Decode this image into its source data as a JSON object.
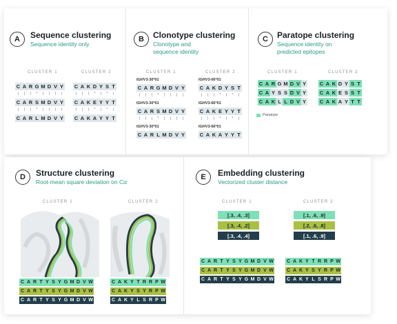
{
  "panels": {
    "A": {
      "badge": "A",
      "title": "Sequence clustering",
      "subtitle": "Sequence identity only",
      "cluster1_label": "CLUSTER 1",
      "cluster2_label": "CLUSTER 2",
      "cluster1": [
        "CARGMDVY",
        "CARSMDVY",
        "CARLMDVY"
      ],
      "cluster2": [
        "CAKDYST",
        "CAKEYYT",
        "CAKAYYT"
      ],
      "sep1": [
        "|",
        "|",
        "|",
        "*",
        "|",
        "|",
        "|",
        "|"
      ],
      "sep2": [
        "|",
        "|",
        "|",
        "*",
        "|",
        "*",
        "|"
      ]
    },
    "B": {
      "badge": "B",
      "title": "Clonotype clustering",
      "subtitle": [
        "Clonotype and",
        "sequence identity"
      ],
      "cluster1_label": "CLUSTER 1",
      "cluster2_label": "CLUSTER 2",
      "germ1": "IGHV3-30*01",
      "germ2": "IGHV3-66*01",
      "cluster1": [
        "CARGMDVY",
        "CARSMDVY",
        "CARLMDVY"
      ],
      "cluster2": [
        "CAKDYST",
        "CAKEYYT",
        "CAKAYYT"
      ],
      "sep1": [
        "|",
        "|",
        "|",
        "*",
        "|",
        "|",
        "|",
        "|"
      ],
      "sep2": [
        "|",
        "|",
        "|",
        "*",
        "|",
        "*",
        "|"
      ]
    },
    "C": {
      "badge": "C",
      "title": "Paratope clustering",
      "subtitle": [
        "Sequence identity on",
        "predicted epitopes"
      ],
      "cluster1_label": "CLUSTER 1",
      "cluster2_label": "CLUSTER 2",
      "cluster1": [
        "CARGMDVY",
        "CAYSSDVY",
        "CAKLLDVY"
      ],
      "cluster2": [
        "CAKDYST",
        "CAKESST",
        "CAKAYTT"
      ],
      "highlight1": [
        [
          0,
          1,
          2,
          5,
          6
        ],
        [
          0,
          1,
          5,
          6
        ],
        [
          0,
          1,
          2,
          4,
          5,
          6
        ]
      ],
      "highlight2": [
        [
          0,
          1,
          2,
          5,
          6
        ],
        [
          0,
          1,
          2,
          5,
          6
        ],
        [
          0,
          1,
          2,
          5,
          6
        ]
      ],
      "legend": "Paratope"
    },
    "D": {
      "badge": "D",
      "title": "Structure clustering",
      "subtitle": "Root-mean square deviation on Cα",
      "cluster1_label": "CLUSTER 1",
      "cluster2_label": "CLUSTER 2",
      "cluster1": [
        "CARTYSYGMDVW",
        "CARTYSYGMDVW",
        "CARTYSYGMDVW"
      ],
      "cluster2": [
        "CAKYTRRPW",
        "CAKYSYRPW",
        "CAKYLSRPW"
      ]
    },
    "E": {
      "badge": "E",
      "title": "Embedding clustering",
      "subtitle": "Vectorized cluster distance",
      "cluster1_label": "CLUSTER 1",
      "cluster2_label": "CLUSTER 2",
      "vectors1": [
        "[.3, .4, .3]",
        "[.3, .4, .2]",
        "[.3, .4, .4]"
      ],
      "vectors2": [
        "[.1, .6, .9]",
        "[.2, .6, .8]",
        "[.1, .6, .9]"
      ],
      "cluster1": [
        "CARTYSYGMDVW",
        "CARTYSYGMDVW",
        "CARTYSYGMDVW"
      ],
      "cluster2": [
        "CAKYTRRPW",
        "CAKYSYRPW",
        "CAKYLSRPW"
      ]
    }
  },
  "colors": {
    "mint": "#7ee0b7",
    "olive": "#a9c043",
    "dark": "#233e4a",
    "accent": "#2a9a86"
  }
}
